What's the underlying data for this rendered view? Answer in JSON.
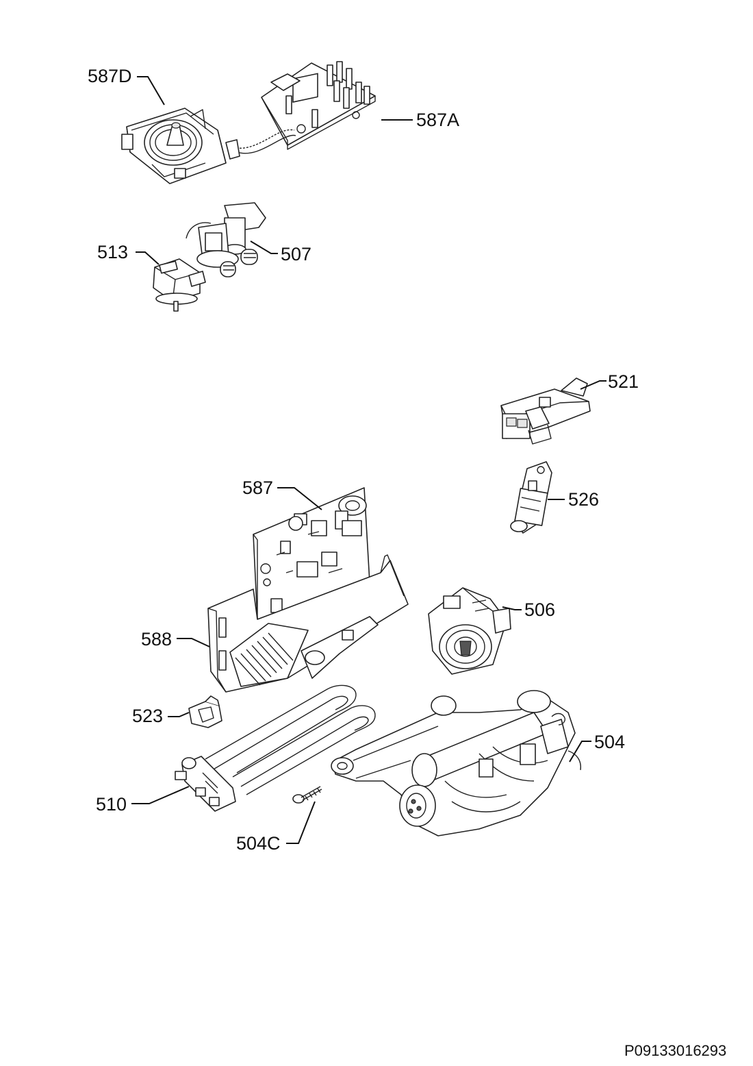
{
  "document": {
    "reference": "P09133016293"
  },
  "parts": [
    {
      "id": "587d",
      "label": "587D"
    },
    {
      "id": "587a",
      "label": "587A"
    },
    {
      "id": "513",
      "label": "513"
    },
    {
      "id": "507",
      "label": "507"
    },
    {
      "id": "521",
      "label": "521"
    },
    {
      "id": "526",
      "label": "526"
    },
    {
      "id": "587",
      "label": "587"
    },
    {
      "id": "506",
      "label": "506"
    },
    {
      "id": "588",
      "label": "588"
    },
    {
      "id": "523",
      "label": "523"
    },
    {
      "id": "504",
      "label": "504"
    },
    {
      "id": "510",
      "label": "510"
    },
    {
      "id": "504c",
      "label": "504C"
    }
  ]
}
